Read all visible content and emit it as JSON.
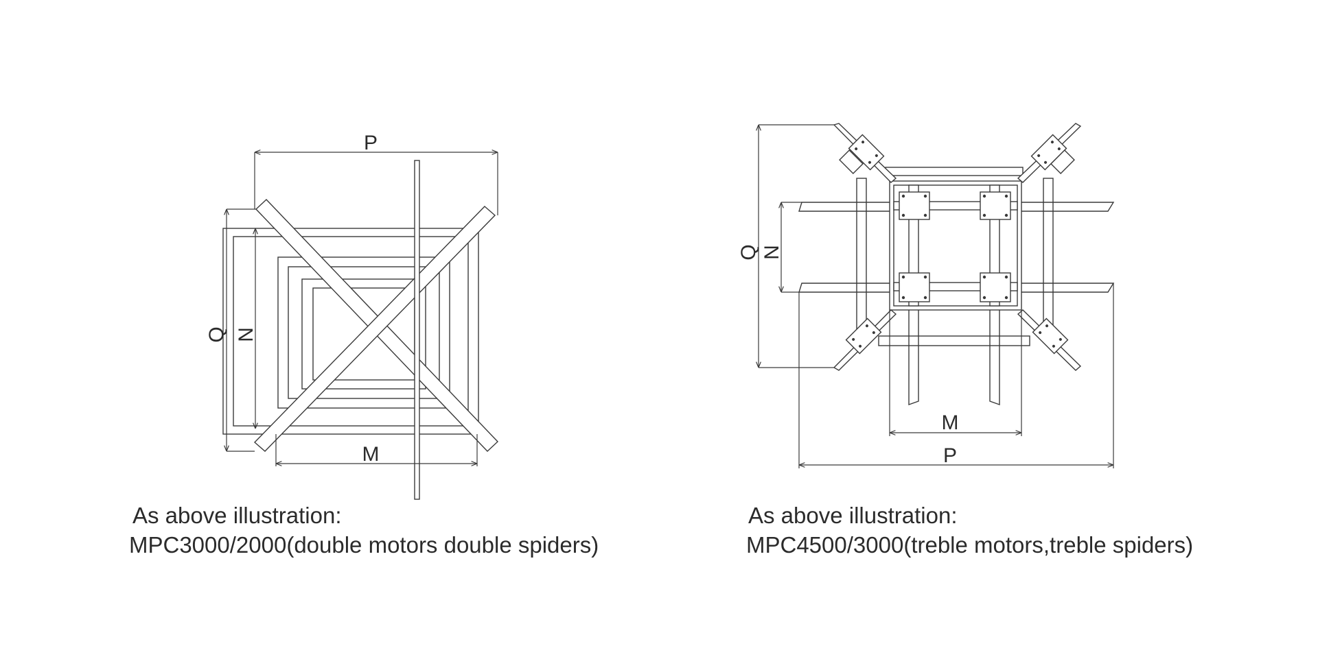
{
  "left_diagram": {
    "labels": {
      "p": "P",
      "q": "Q",
      "n": "N",
      "m": "M"
    },
    "caption_line1": "As above illustration:",
    "caption_line2": "MPC3000/2000(double motors double spiders)"
  },
  "right_diagram": {
    "labels": {
      "p": "P",
      "q": "Q",
      "n": "N",
      "m": "M"
    },
    "caption_line1": "As above illustration:",
    "caption_line2": "MPC4500/3000(treble motors,treble spiders)"
  },
  "colors": {
    "line": "#3a3a3a",
    "text": "#2b2b2b",
    "background": "#ffffff"
  }
}
